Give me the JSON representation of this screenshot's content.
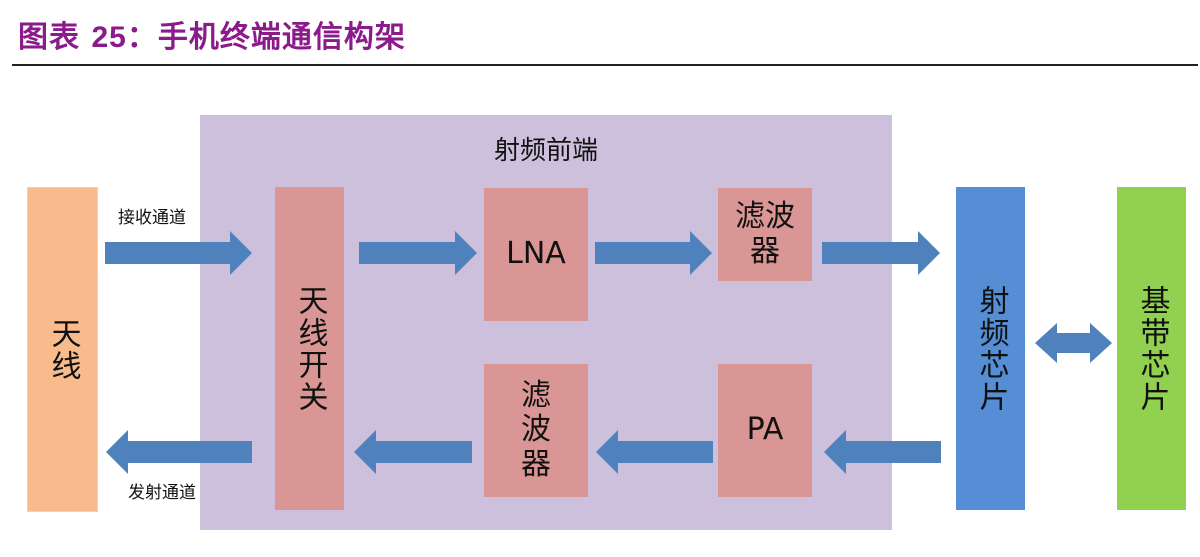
{
  "figure": {
    "title_prefix": "图表",
    "title_number": "25",
    "title_text": "：手机终端通信构架"
  },
  "diagram": {
    "rf_front_end_label": "射频前端",
    "receive_path_label": "接收通道",
    "transmit_path_label": "发射通道",
    "blocks": {
      "antenna": "天线",
      "antenna_switch": "天线开关",
      "lna": "LNA",
      "rx_filter": "滤波器",
      "tx_filter": "滤波器",
      "pa": "PA",
      "rf_chip": "射频芯片",
      "baseband_chip": "基带芯片"
    },
    "colors": {
      "title": "#8b1a8b",
      "rf_region": "#ccc0dc",
      "antenna": "#f9bb8b",
      "rf_block": "#d99694",
      "rf_chip": "#558ed5",
      "baseband_chip": "#92d050",
      "arrow": "#4f81bd"
    }
  }
}
